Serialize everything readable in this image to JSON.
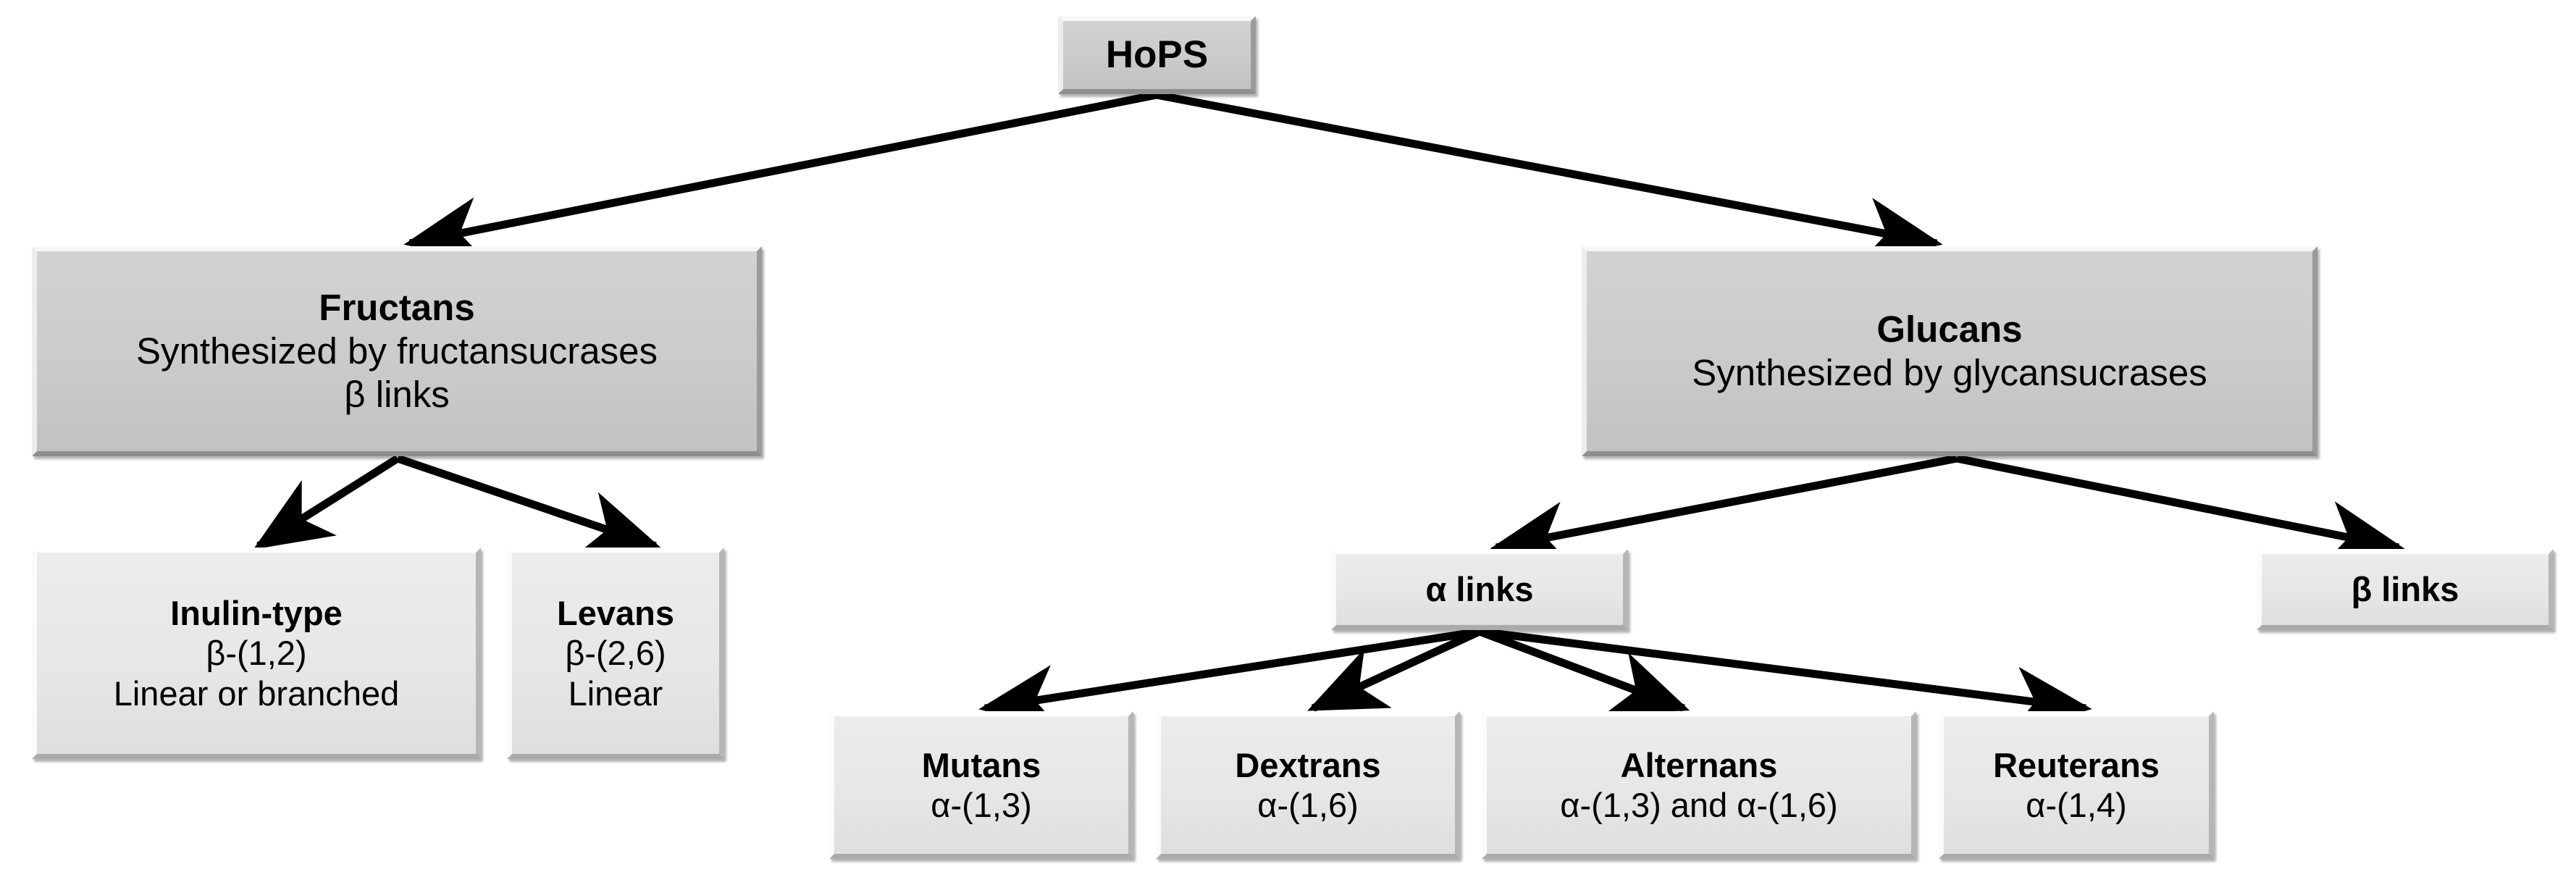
{
  "diagram": {
    "title": "HoPS classification tree",
    "background": "#ffffff",
    "arrow_color": "#000000",
    "text_color": "#000000",
    "box_fill_dark": "#cbcbcb",
    "box_fill_light": "#e7e7e7"
  },
  "nodes": {
    "hops": {
      "lines": [
        "HoPS"
      ]
    },
    "fructans": {
      "lines": [
        "Fructans",
        "Synthesized by fructansucrases",
        "β links"
      ]
    },
    "glucans": {
      "lines": [
        "Glucans",
        "Synthesized by glycansucrases"
      ]
    },
    "inulin": {
      "lines": [
        "Inulin-type",
        "β-(1,2)",
        "Linear or branched"
      ]
    },
    "levans": {
      "lines": [
        "Levans",
        "β-(2,6)",
        "Linear"
      ]
    },
    "alpha_links": {
      "lines": [
        "α links"
      ]
    },
    "beta_links": {
      "lines": [
        "β links"
      ]
    },
    "mutans": {
      "lines": [
        "Mutans",
        "α-(1,3)"
      ]
    },
    "dextrans": {
      "lines": [
        "Dextrans",
        "α-(1,6)"
      ]
    },
    "alternans": {
      "lines": [
        "Alternans",
        "α-(1,3) and α-(1,6)"
      ]
    },
    "reuterans": {
      "lines": [
        "Reuterans",
        "α-(1,4)"
      ]
    }
  },
  "edges": [
    {
      "from": "hops",
      "to": "fructans"
    },
    {
      "from": "hops",
      "to": "glucans"
    },
    {
      "from": "fructans",
      "to": "inulin"
    },
    {
      "from": "fructans",
      "to": "levans"
    },
    {
      "from": "glucans",
      "to": "alpha_links"
    },
    {
      "from": "glucans",
      "to": "beta_links"
    },
    {
      "from": "alpha_links",
      "to": "mutans"
    },
    {
      "from": "alpha_links",
      "to": "dextrans"
    },
    {
      "from": "alpha_links",
      "to": "alternans"
    },
    {
      "from": "alpha_links",
      "to": "reuterans"
    }
  ]
}
